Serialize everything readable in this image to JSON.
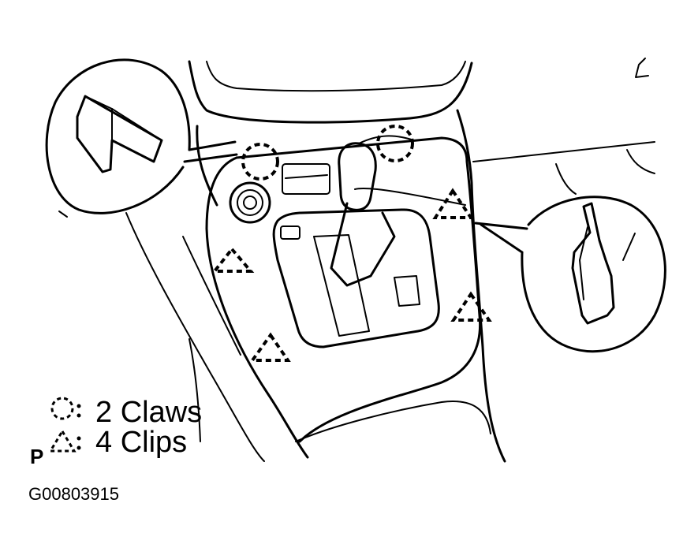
{
  "legend": {
    "claws_text": "2 Claws",
    "clips_text": "4 Clips",
    "claw_symbol": "dashed-circle",
    "clip_symbol": "dashed-triangle"
  },
  "corner_mark": "P",
  "figure_code": "G00803915",
  "colors": {
    "ink": "#000000",
    "paper": "#ffffff"
  }
}
